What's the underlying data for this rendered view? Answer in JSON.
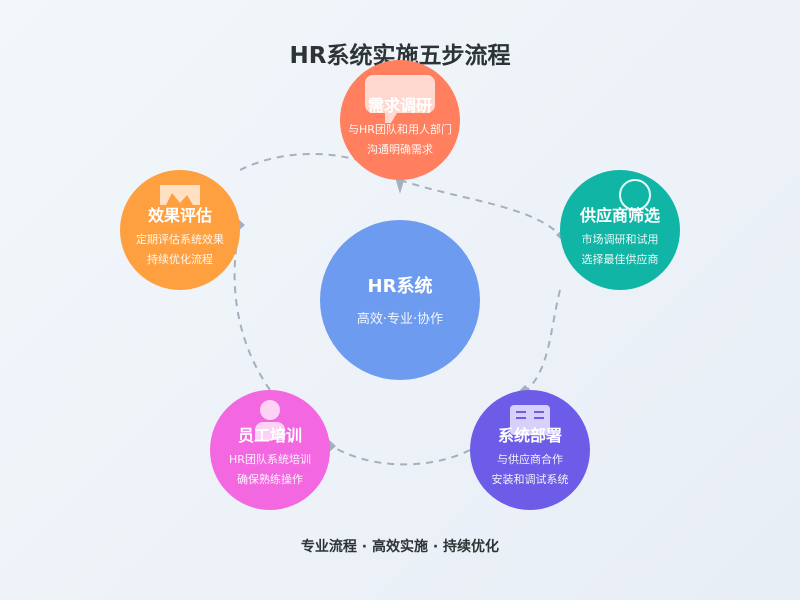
{
  "title": "HR系统实施五步流程",
  "center": {
    "name": "HR系统",
    "desc": "高效·专业·协作",
    "color": "#6c9bef"
  },
  "steps": [
    {
      "name": "需求调研",
      "line1": "与HR团队和用人部门",
      "line2": "沟通明确需求",
      "color": "#ff7f5f",
      "icon": "speech-bubble-icon"
    },
    {
      "name": "供应商筛选",
      "line1": "市场调研和试用",
      "line2": "选择最佳供应商",
      "color": "#10b5a5",
      "icon": "magnifier-icon"
    },
    {
      "name": "系统部署",
      "line1": "与供应商合作",
      "line2": "安装和调试系统",
      "color": "#6c5ce7",
      "icon": "server-icon"
    },
    {
      "name": "员工培训",
      "line1": "HR团队系统培训",
      "line2": "确保熟练操作",
      "color": "#f368e0",
      "icon": "person-icon"
    },
    {
      "name": "效果评估",
      "line1": "定期评估系统效果",
      "line2": "持续优化流程",
      "color": "#ffa040",
      "icon": "chart-icon"
    }
  ],
  "footer": "专业流程 · 高效实施 · 持续优化"
}
